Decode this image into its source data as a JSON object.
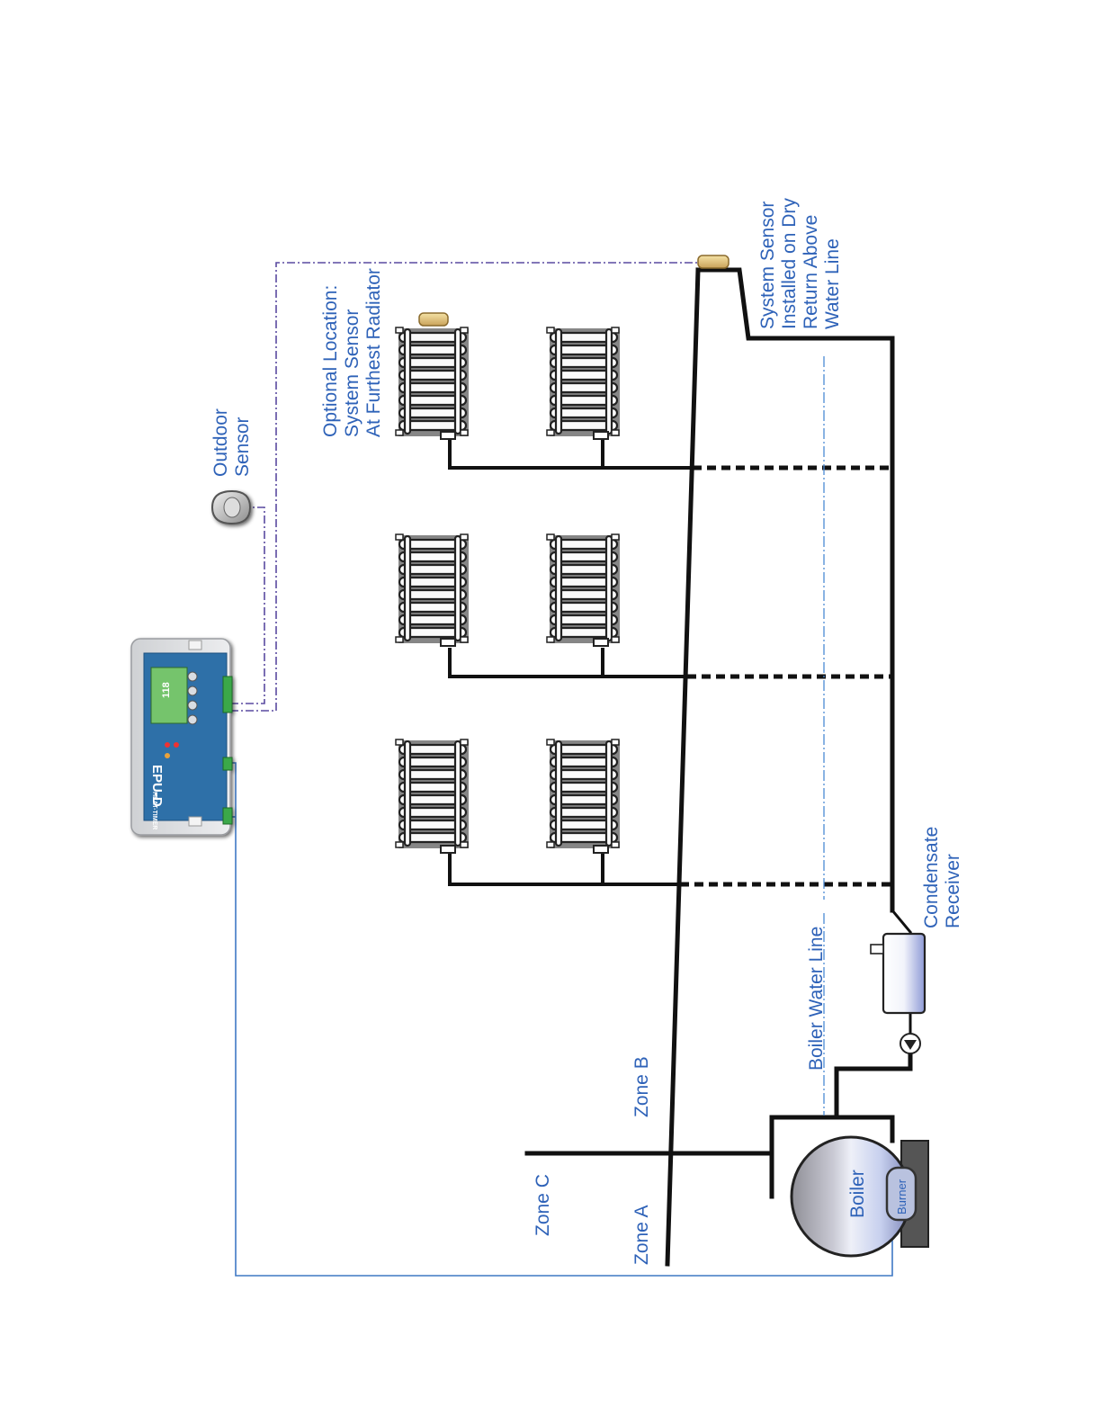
{
  "labels": {
    "outdoor_sensor": [
      "Outdoor",
      "Sensor"
    ],
    "optional_location": [
      "Optional Location:",
      "System Sensor",
      "At Furthest Radiator"
    ],
    "system_sensor": [
      "System Sensor",
      "Installed on Dry",
      "Return Above",
      "Water Line"
    ],
    "condensate_receiver": [
      "Condensate",
      "Receiver"
    ],
    "boiler_water_line": "Boiler Water Line",
    "zone_a": "Zone A",
    "zone_b": "Zone B",
    "zone_c": "Zone C",
    "boiler": "Boiler",
    "burner": "Burner"
  },
  "controller": {
    "model": "EPU-D",
    "brand": "HEAT-TIMER",
    "display": "118"
  },
  "colors": {
    "label_blue": "#2e62b8",
    "pipe": "#111111",
    "controller_body": "#2f6fa8",
    "sensor_wire": "#5a4aa0",
    "burner_wire": "#3f78c4"
  }
}
